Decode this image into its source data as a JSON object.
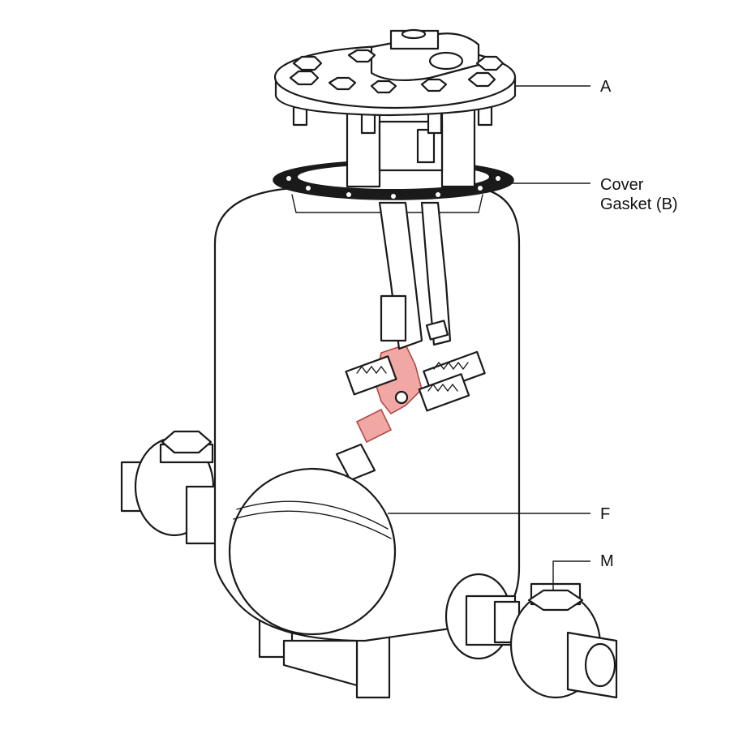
{
  "diagram": {
    "labels": {
      "a": "A",
      "b_line1": "Cover",
      "b_line2": "Gasket (B)",
      "f": "F",
      "m": "M"
    },
    "colors": {
      "line": "#1a1a1a",
      "highlight_fill": "#f1a7a3",
      "highlight_stroke": "#b24a46",
      "gasket": "#1a1a1a",
      "background": "#ffffff"
    }
  }
}
